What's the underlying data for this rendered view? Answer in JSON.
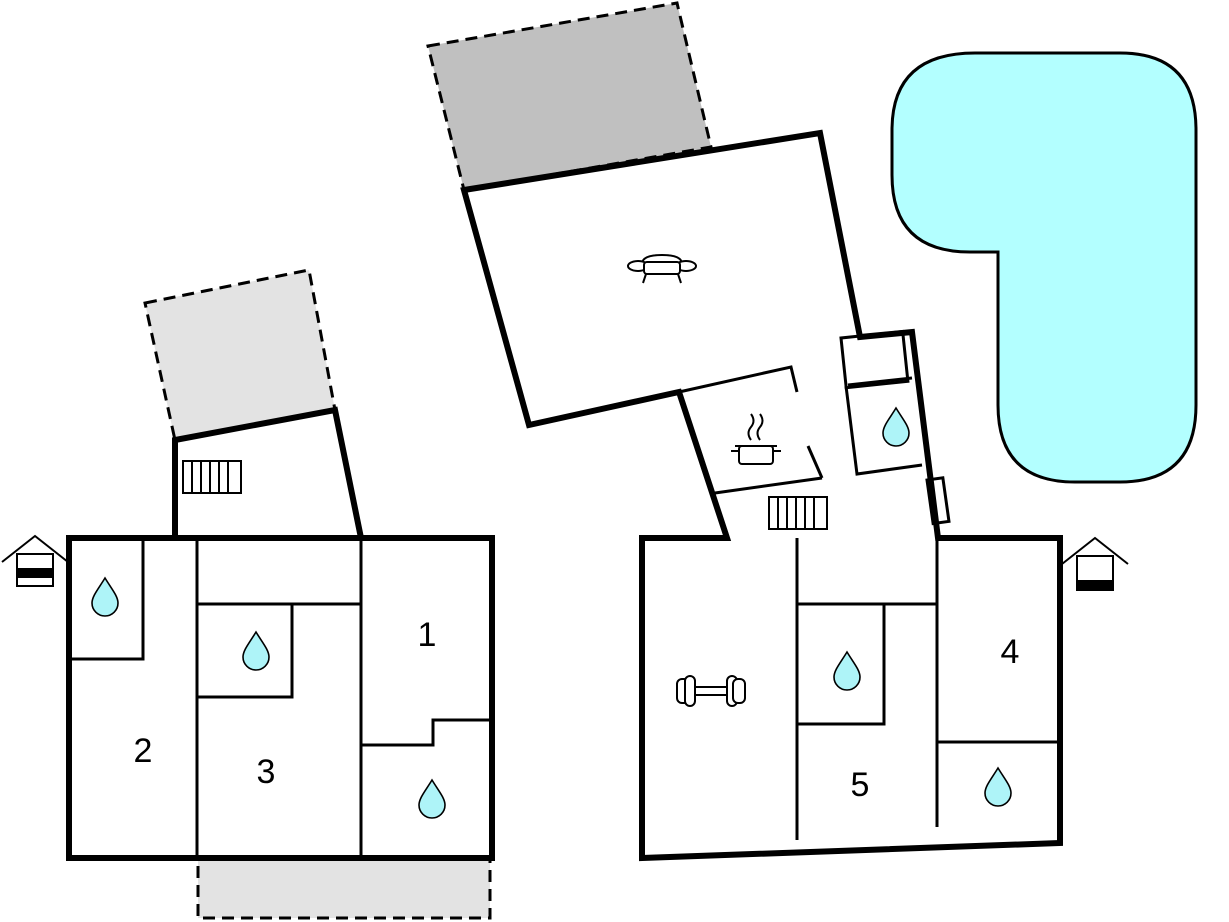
{
  "rooms": [
    {
      "id": "1",
      "label": "1"
    },
    {
      "id": "2",
      "label": "2"
    },
    {
      "id": "3",
      "label": "3"
    },
    {
      "id": "4",
      "label": "4"
    },
    {
      "id": "5",
      "label": "5"
    }
  ],
  "icons": {
    "bathroom": "water-drop-icon",
    "living": "sofa-icon",
    "kitchen": "cooking-pot-icon",
    "stairs": "staircase-icon",
    "gym": "dumbbell-icon",
    "entrance": "house-entrance-icon"
  },
  "colors": {
    "pool": "#b3ffff",
    "terrace_dark": "#c0c0c0",
    "terrace_light": "#e3e3e3",
    "water_drop": "#aef4f8",
    "wall": "#000000"
  }
}
